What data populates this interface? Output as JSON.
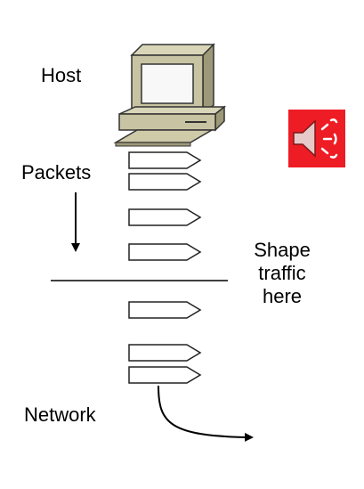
{
  "labels": {
    "host": "Host",
    "packets": "Packets",
    "network": "Network",
    "shape_line1": "Shape",
    "shape_line2": "traffic",
    "shape_line3": "here"
  },
  "speaker": {
    "icon": "speaker-icon",
    "background": "#ee1c24"
  },
  "colors": {
    "monitor_body": "#c8c3a2",
    "screen": "#f8f8f8",
    "outline": "#333333",
    "packet_fill": "#ffffff",
    "packet_stroke": "#222222"
  },
  "packet_groups": [
    {
      "name": "upper-pair",
      "count": 2
    },
    {
      "name": "single-a",
      "count": 1
    },
    {
      "name": "single-b",
      "count": 1
    },
    {
      "name": "single-c",
      "count": 1
    },
    {
      "name": "lower-pair",
      "count": 2
    }
  ]
}
